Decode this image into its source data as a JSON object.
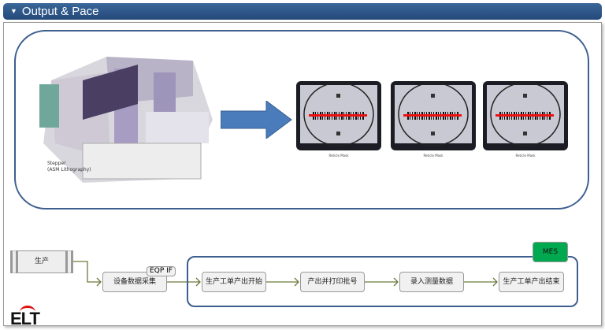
{
  "header": {
    "title": "Output & Pace",
    "collapse_icon": "triangle-down-icon"
  },
  "equipment": {
    "caption_line1": "Stepper",
    "caption_line2": "(ASM Lithography)"
  },
  "reticles": [
    {
      "caption": "Reticle Mask"
    },
    {
      "caption": "Reticle Mask"
    },
    {
      "caption": "Reticle Mask"
    }
  ],
  "flow": {
    "start": "生产",
    "collect": "设备数据采集",
    "eqp_tag": "EQP IF",
    "mes_tag": "MES",
    "mes_color": "#00a84f",
    "steps": [
      "生产工单产出开始",
      "产出并打印批号",
      "录入测量数据",
      "生产工单产出结束"
    ]
  },
  "logo": {
    "text": "ELT"
  }
}
